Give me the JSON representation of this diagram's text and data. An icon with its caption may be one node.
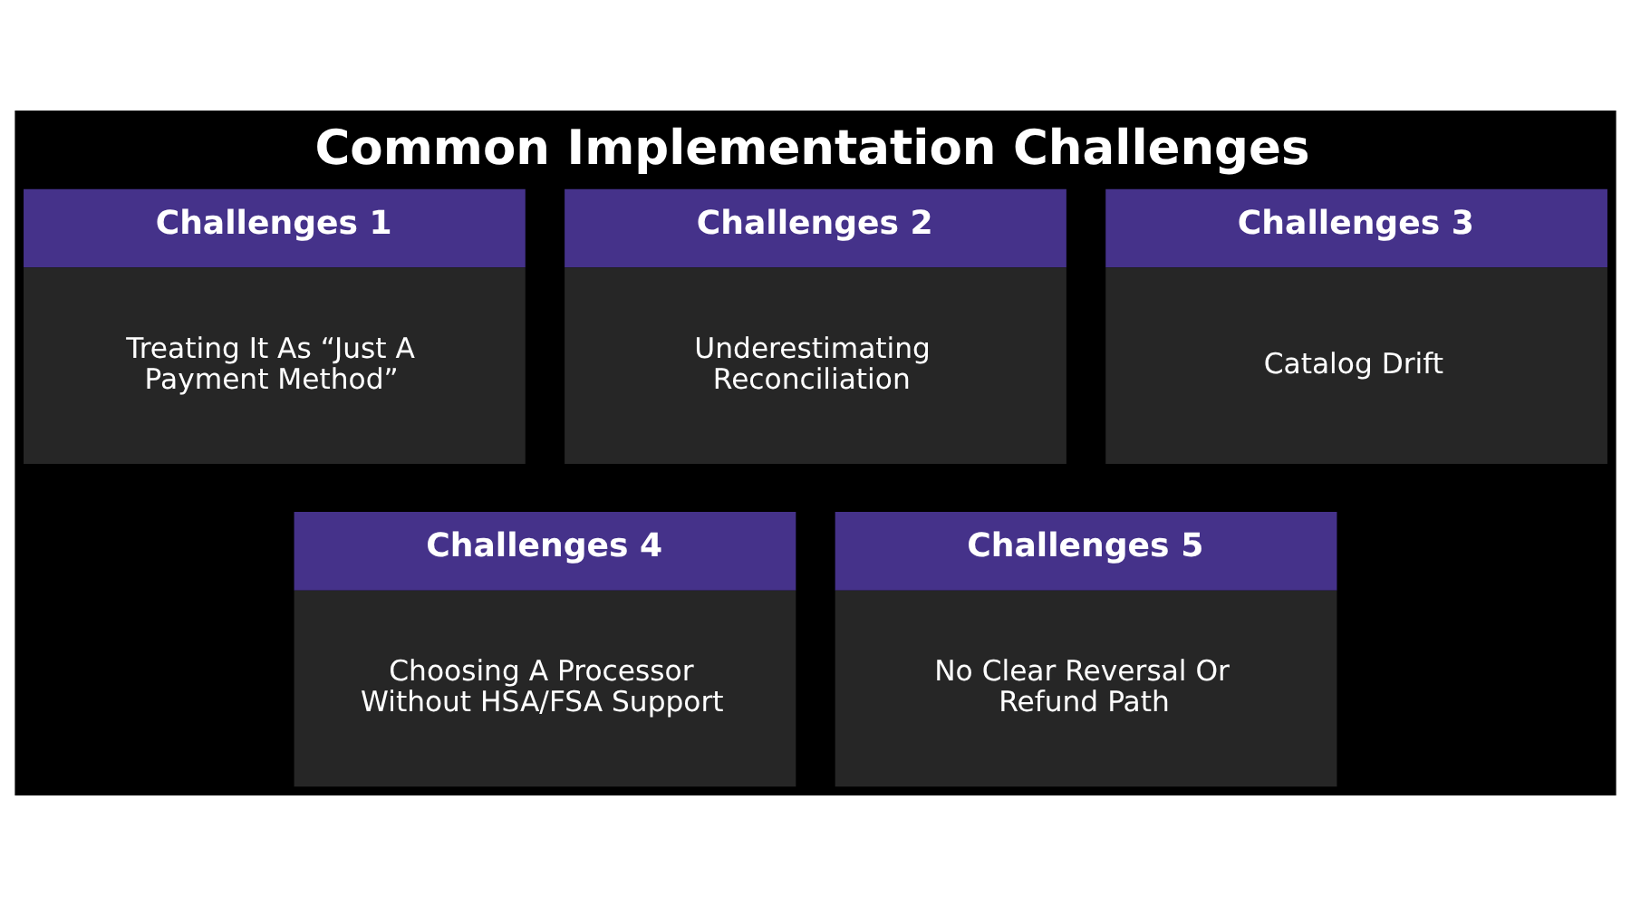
{
  "diagram": {
    "title": "Common Implementation Challenges",
    "nodes": [
      {
        "text": [
          "Challenges 1",
          "Treating It As “Just A Payment Method”"
        ]
      },
      {
        "text": [
          "Challenges 2",
          "Underestimating Reconciliation"
        ]
      },
      {
        "text": [
          "Challenges 3",
          "Catalog Drift"
        ]
      },
      {
        "text": [
          "Challenges 4",
          "Choosing A Processor Without HSA/FSA Support"
        ]
      },
      {
        "text": [
          "Challenges 5",
          "No Clear Reversal Or Refund Path"
        ]
      }
    ]
  }
}
